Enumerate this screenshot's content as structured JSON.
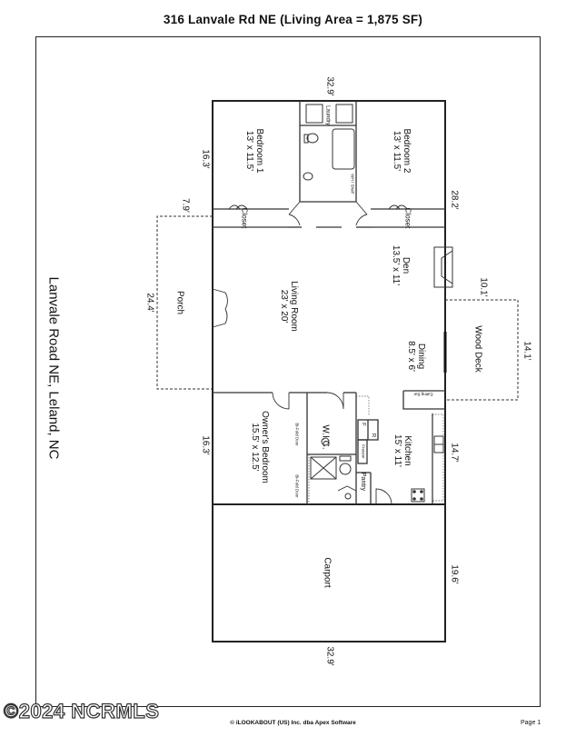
{
  "title": "316 Lanvale Rd NE   (Living Area = 1,875 SF)",
  "street_label": "Lanvale Road NE,   Leland, NC",
  "rooms": {
    "bedroom1": {
      "name": "Bedroom 1",
      "size": "13' x 11.5'"
    },
    "bedroom2": {
      "name": "Bedroom 2",
      "size": "13' x 11.5'"
    },
    "laundry": {
      "name": "Laundry"
    },
    "wh_shelf": {
      "name": "WH / Shelf"
    },
    "closet_left": {
      "name": "Closet"
    },
    "closet_right": {
      "name": "Closet"
    },
    "den": {
      "name": "Den",
      "size": "13.5' x 11'"
    },
    "living": {
      "name": "Living Room",
      "size": "23' x 20'"
    },
    "porch": {
      "name": "Porch"
    },
    "dining": {
      "name": "Dining",
      "size": "8.5' x 6'"
    },
    "wood_deck": {
      "name": "Wood Deck"
    },
    "eating_bar": {
      "name": "Eating Bar"
    },
    "owners": {
      "name": "Owner's Bedroom",
      "size": "15.5' x 12.5'"
    },
    "wic": {
      "name": "W.I.C."
    },
    "kitchen": {
      "name": "Kitchen",
      "size": "15' x 11'"
    },
    "pantry": {
      "name": "Pantry"
    },
    "freezer": {
      "name": "Freezer"
    },
    "fridge_f": {
      "name": "F"
    },
    "fridge_r": {
      "name": "R"
    },
    "bifold1": {
      "name": "Bi-Fold Door"
    },
    "bifold2": {
      "name": "Bi-Fold Door"
    },
    "carport": {
      "name": "Carport"
    }
  },
  "dimensions": {
    "top": "32.9'",
    "bottom": "32.9'",
    "left_upper": "16.3'",
    "left_porch_gap": "7.9'",
    "porch_length": "24.4'",
    "left_lower": "16.3'",
    "right_upper": "28.2'",
    "deck_gap": "10.1'",
    "deck_length": "14.1'",
    "right_kitchen": "14.7'",
    "right_carport": "19.6'"
  },
  "watermark": "©2024 NCRMLS",
  "footer": {
    "credit": "© iLOOKABOUT (US) Inc. dba Apex Software",
    "page": "Page 1"
  }
}
